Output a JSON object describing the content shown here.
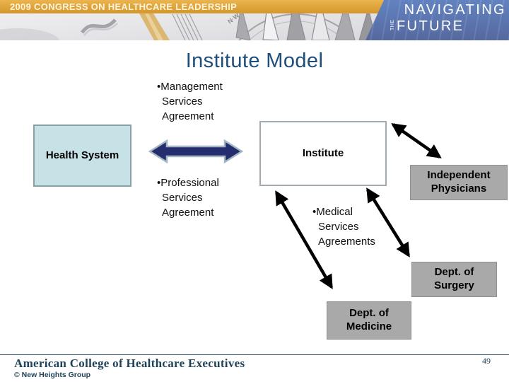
{
  "header": {
    "congress_title": "2009 CONGRESS ON HEALTHCARE LEADERSHIP",
    "brand": {
      "line1": "NAVIGATING",
      "the": "THE",
      "line2": "FUTURE"
    },
    "colors": {
      "gold_band": "#DFA43C",
      "blue_panel": "#5D78B4"
    }
  },
  "slide": {
    "title": "Institute Model",
    "title_color": "#1D4E7C",
    "bullets": {
      "management": "•Management\nServices\nAgreement",
      "professional": "•Professional\nServices\nAgreement",
      "medical": "•Medical\nServices\nAgreements"
    },
    "boxes": {
      "health_system": {
        "label": "Health System",
        "fill": "#C6E2E6"
      },
      "institute": {
        "label": "Institute",
        "fill": "#FFFFFF"
      },
      "independent_physicians": {
        "label": "Independent\nPhysicians",
        "fill": "#A9A9A9"
      },
      "dept_surgery": {
        "label": "Dept. of\nSurgery",
        "fill": "#A9A9A9"
      },
      "dept_medicine": {
        "label": "Dept. of\nMedicine",
        "fill": "#A9A9A9"
      }
    },
    "arrows": {
      "navy_fill": "#242E6F",
      "navy_outline": "#A3B8C2",
      "black": "#000000"
    }
  },
  "footer": {
    "organization": "American College of Healthcare Executives",
    "copyright": "© New Heights Group",
    "page_number": "49"
  }
}
